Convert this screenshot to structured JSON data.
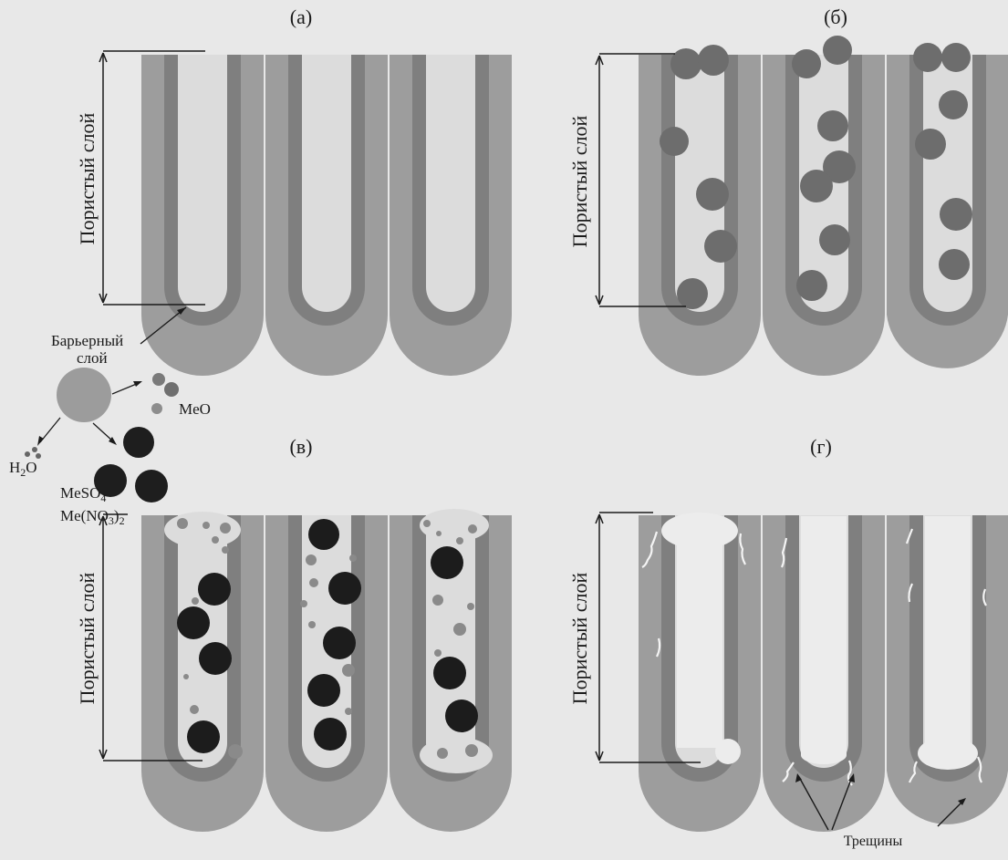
{
  "panels": [
    {
      "id": "a",
      "label": "(а)",
      "side_label": "Пористый слой",
      "state": "empty-pores"
    },
    {
      "id": "b",
      "label": "(б)",
      "side_label": "Пористый слой",
      "state": "oxide-particles"
    },
    {
      "id": "v",
      "label": "(в)",
      "side_label": "Пористый слой",
      "state": "salt-deposits"
    },
    {
      "id": "g",
      "label": "(г)",
      "side_label": "Пористый слой",
      "state": "cracked-filling"
    }
  ],
  "annotations": {
    "barrier_line1": "Барьерный",
    "barrier_line2": "слой",
    "meo": "MeO",
    "h2o_main": "H",
    "h2o_sub": "2",
    "h2o_tail": "O",
    "meso4_main": "MeSO",
    "meso4_sub": "4",
    "meno3_main": "Me(NO",
    "meno3_sub": "3",
    "meno3_close": ")",
    "meno3_sub2": "2",
    "cracks": "Трещины"
  },
  "colors": {
    "background": "#e8e8e8",
    "wall_outer": "#9d9d9d",
    "wall_inner": "#7f7f7f",
    "pore": "#dcdcdc",
    "oxide_particle": "#6d6d6d",
    "salt_particle": "#1c1c1c",
    "small_particle": "#8a8a8a",
    "filling": "#ececec"
  }
}
